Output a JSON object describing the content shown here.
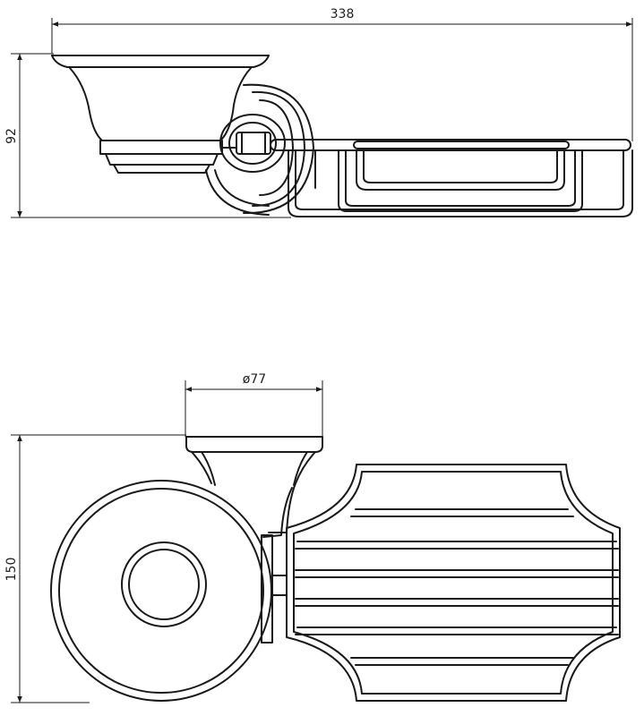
{
  "dimensions": {
    "total_width": "338",
    "height_side": "92",
    "diameter": "ø77",
    "height_top": "150"
  },
  "colors": {
    "line": "#1a1a1a",
    "background": "#ffffff"
  }
}
